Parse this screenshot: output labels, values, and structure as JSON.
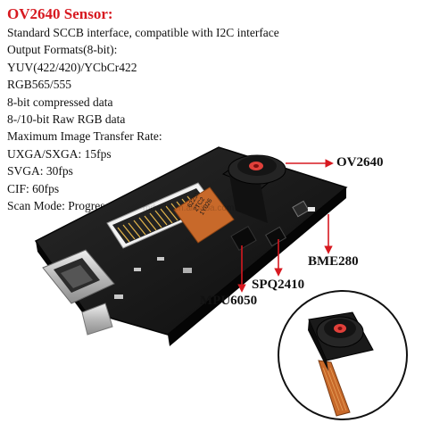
{
  "spec": {
    "title": "OV2640 Sensor:",
    "lines": [
      "Standard SCCB interface, compatible with I2C interface",
      "Output Formats(8-bit):",
      "YUV(422/420)/YCbCr422",
      "RGB565/555",
      "8-bit compressed data",
      "8-/10-bit Raw RGB data",
      "Maximum Image Transfer Rate:",
      "UXGA/SXGA: 15fps",
      "SVGA: 30fps",
      "CIF: 60fps",
      "Scan Mode: Progressive"
    ]
  },
  "callouts": {
    "ov2640": "OV2640",
    "bme280": "BME280",
    "spq2410": "SPQ2410",
    "mpu6050": "MPU6050"
  },
  "board": {
    "chip_marking": [
      "6225N",
      "2TC2",
      "1Y026"
    ]
  },
  "watermark": "mdwdz.en.alibaba.com",
  "colors": {
    "text": "#111111",
    "title": "#d71920",
    "arrow": "#d71920",
    "pcb": "#141414",
    "flex_cable": "#c8692a"
  }
}
